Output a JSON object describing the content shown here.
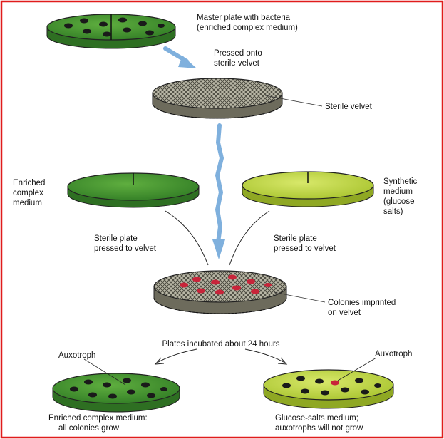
{
  "labels": {
    "master_line1": "Master plate with bacteria",
    "master_line2": "(enriched complex medium)",
    "pressed_line1": "Pressed onto",
    "pressed_line2": "sterile velvet",
    "sterile_velvet": "Sterile velvet",
    "enriched_line1": "Enriched",
    "enriched_line2": "complex",
    "enriched_line3": "medium",
    "synthetic_line1": "Synthetic",
    "synthetic_line2": "medium",
    "synthetic_line3": "(glucose",
    "synthetic_line4": "salts)",
    "sterile_plate_left_line1": "Sterile plate",
    "sterile_plate_left_line2": "pressed to velvet",
    "sterile_plate_right_line1": "Sterile plate",
    "sterile_plate_right_line2": "pressed to velvet",
    "colonies_line1": "Colonies imprinted",
    "colonies_line2": "on velvet",
    "incubated": "Plates incubated about 24 hours",
    "auxotroph_left": "Auxotroph",
    "auxotroph_right": "Auxotroph",
    "result_left_line1": "Enriched complex medium:",
    "result_left_line2": "all colonies grow",
    "result_right_line1": "Glucose-salts medium;",
    "result_right_line2": "auxotrophs will not grow"
  },
  "colors": {
    "frame": "#e01c1c",
    "complex_medium": "#3f8f2e",
    "synthetic_medium": "#b7d23a",
    "velvet": "#8a8a7a",
    "colony": "#1a1a1a",
    "imprint": "#c8243a",
    "arrow": "#7fb0dd"
  }
}
